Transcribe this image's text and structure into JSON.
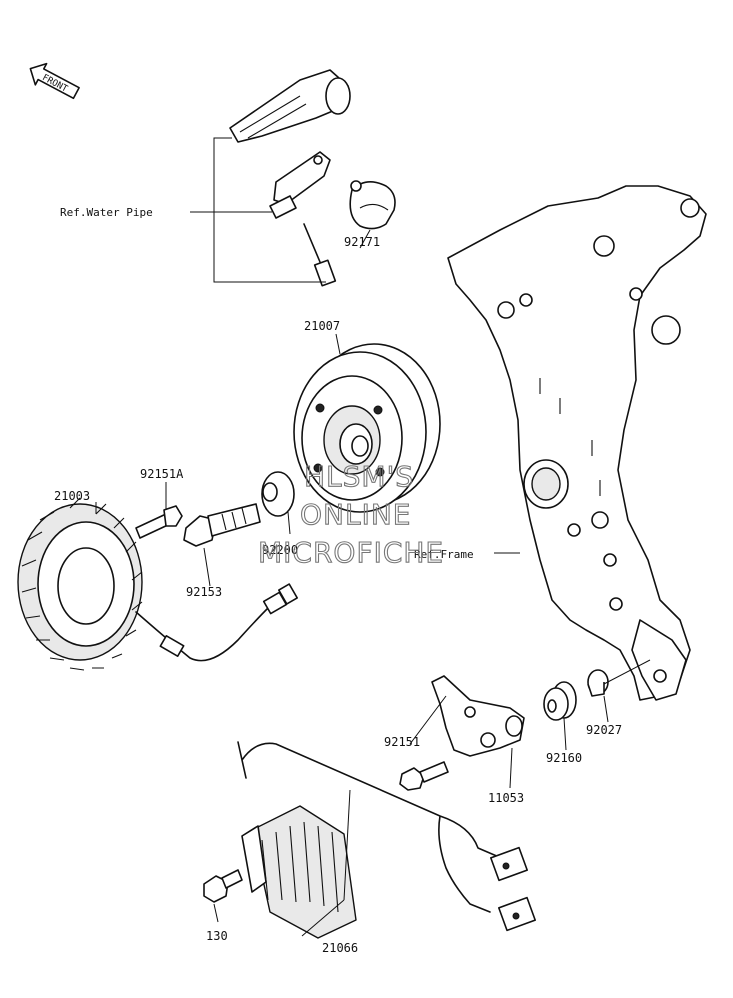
{
  "front_badge": {
    "text": "FRONT"
  },
  "refs": {
    "water_pipe": "Ref.Water Pipe",
    "frame": "Ref.Frame"
  },
  "parts": {
    "p92171": "92171",
    "p21007": "21007",
    "p92151A": "92151A",
    "p21003": "21003",
    "p92200": "92200",
    "p92153": "92153",
    "p92151": "92151",
    "p11053": "11053",
    "p92160": "92160",
    "p92027": "92027",
    "p130": "130",
    "p21066": "21066"
  },
  "watermark": {
    "line1": "HLSM'S",
    "line2": "ONLINE",
    "line3": "MICROFICHE"
  }
}
